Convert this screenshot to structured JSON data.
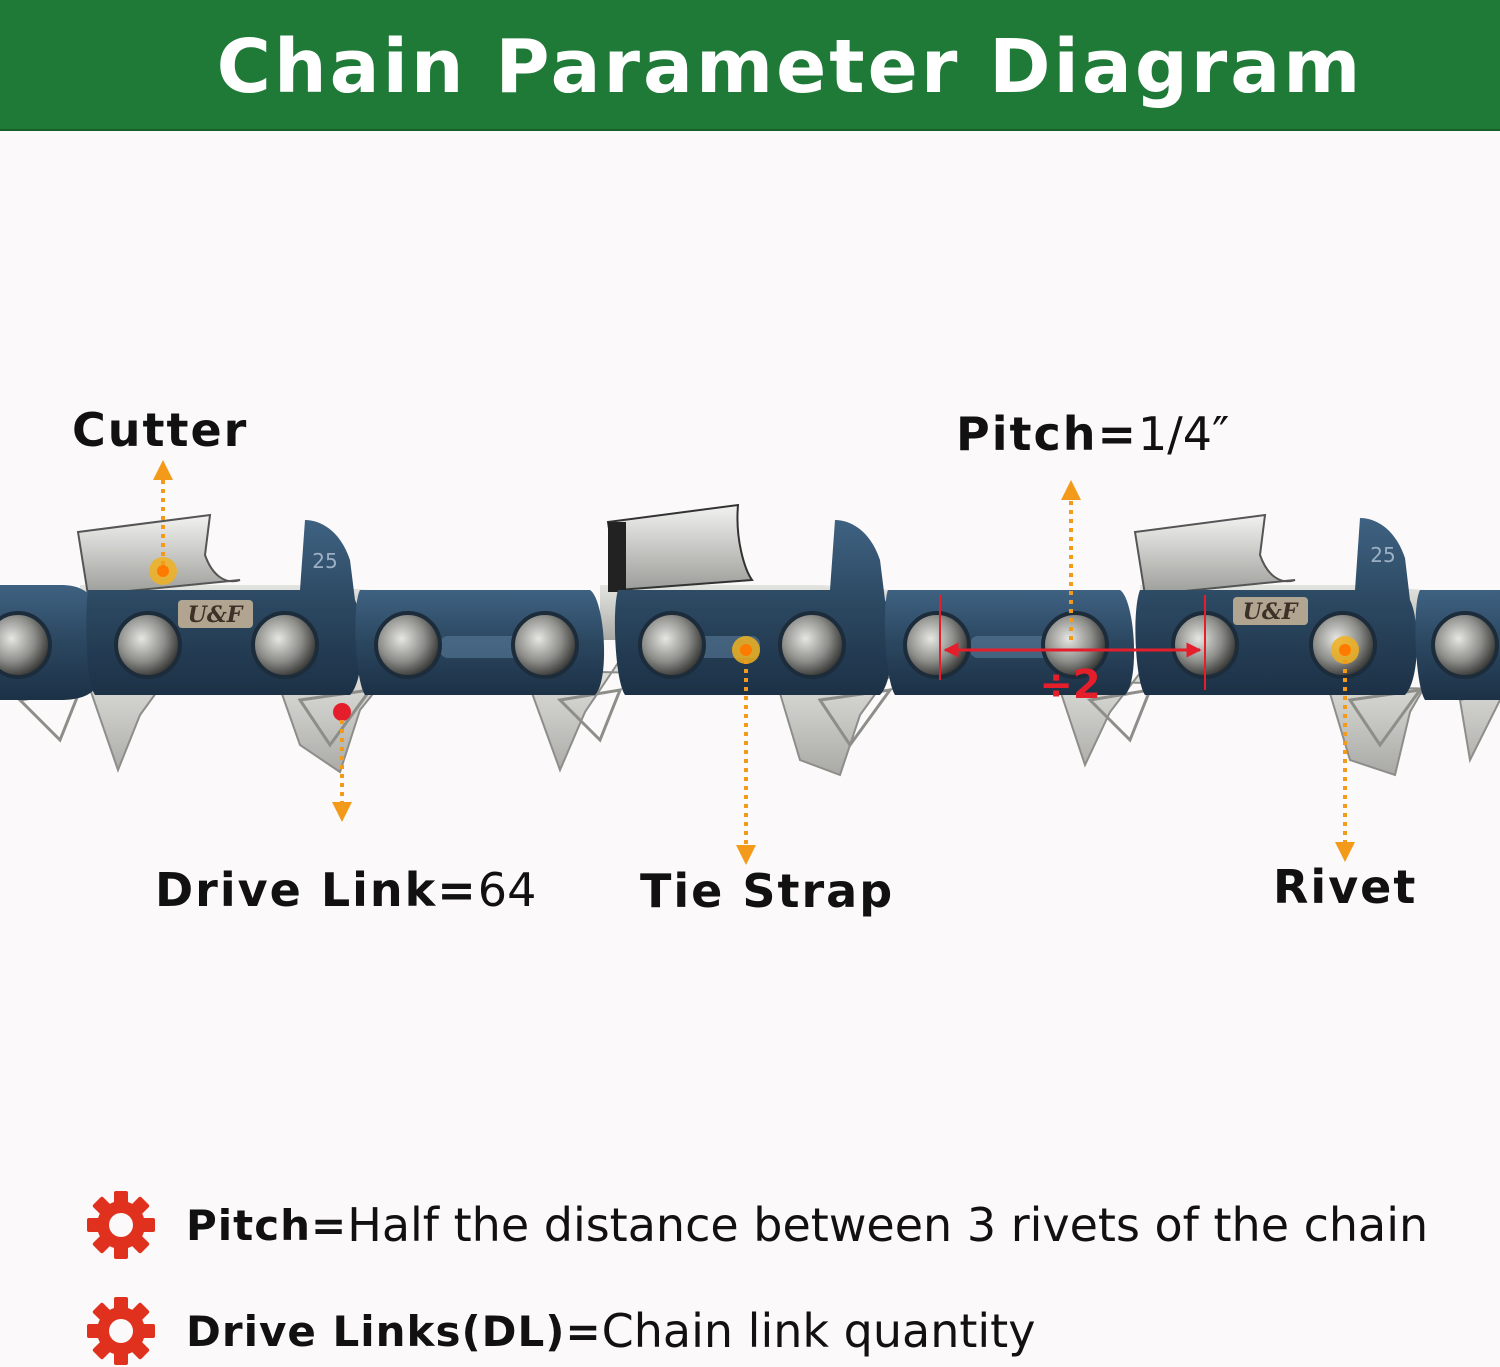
{
  "header": {
    "title": "Chain Parameter Diagram"
  },
  "colors": {
    "header_green": "#1f7a37",
    "arrow_orange": "#f39a1b",
    "gear_red": "#e0301e",
    "measure_red": "#e41e2a",
    "chain_blue": "#2d4a63",
    "steel": "#c9c9c6"
  },
  "labels": {
    "cutter": "Cutter",
    "pitch_name": "Pitch=",
    "pitch_value": "1/4″",
    "drive_link_name": "Drive Link=",
    "drive_link_value": "64",
    "tie_strap": "Tie Strap",
    "rivet": "Rivet",
    "divide": "÷2"
  },
  "chain": {
    "stamp_brand": "U&F",
    "stamp_number": "25"
  },
  "notes": [
    {
      "icon": "gear-icon",
      "term": "Pitch=",
      "desc": "Half the distance between 3 rivets of the chain"
    },
    {
      "icon": "gear-icon",
      "term": "Drive Links(DL)=",
      "desc": "Chain link quantity"
    }
  ]
}
